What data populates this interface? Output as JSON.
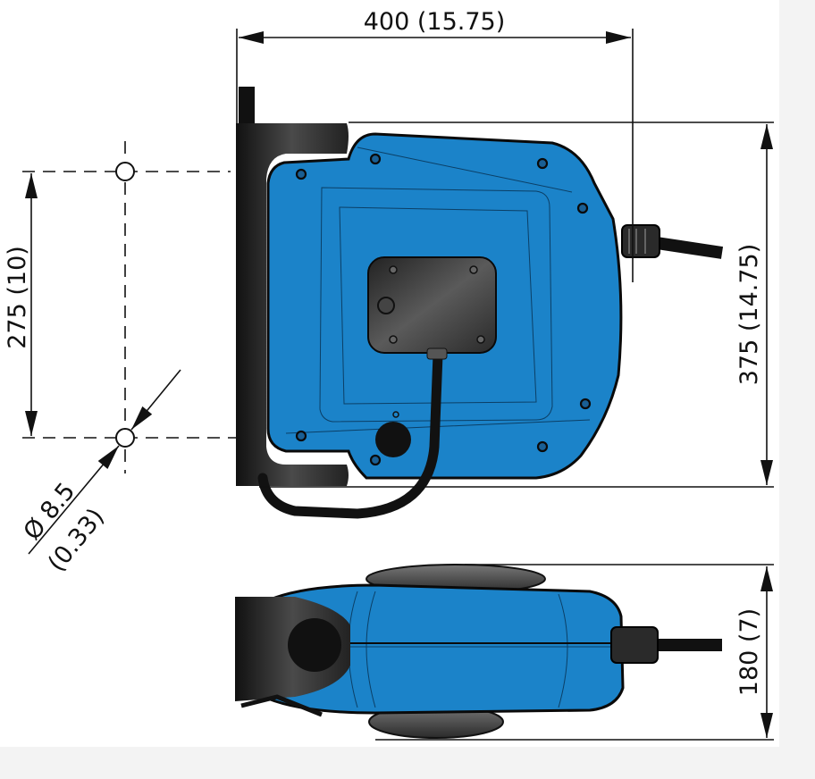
{
  "title": "Hose reel dimensional drawing",
  "dimensions": {
    "width_label": "400 (15.75)",
    "height_label": "375 (14.75)",
    "mount_spacing_label": "275 (10)",
    "hole_diameter_label": "Ø 8.5",
    "hole_diameter_inch_label": "(0.33)",
    "depth_label": "180 (7)"
  },
  "colors": {
    "body_blue": "#1b83c9",
    "bracket_dark": "#2b2b2b",
    "line": "#111111"
  }
}
